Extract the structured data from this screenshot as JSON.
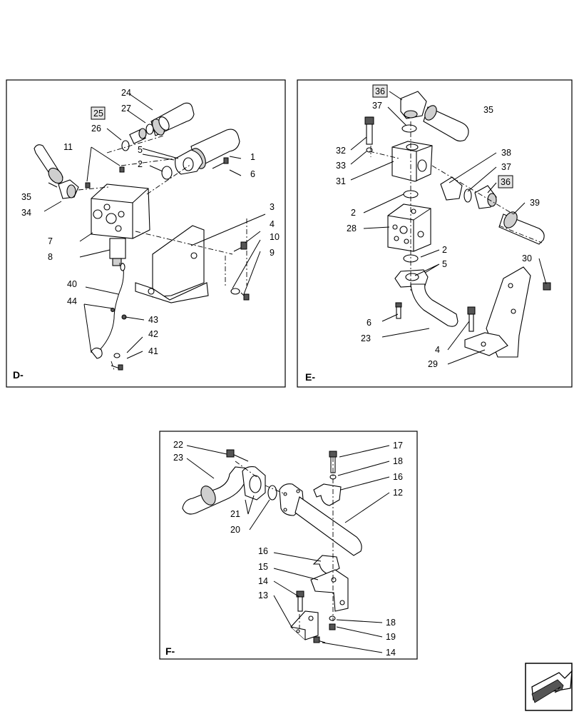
{
  "sections": {
    "d": {
      "label": "D-",
      "callouts": [
        "24",
        "25",
        "27",
        "26",
        "5",
        "11",
        "2",
        "1",
        "6",
        "35",
        "34",
        "3",
        "4",
        "10",
        "7",
        "9",
        "8",
        "40",
        "44",
        "43",
        "42",
        "41"
      ],
      "boxed": [
        "25"
      ]
    },
    "e": {
      "label": "E-",
      "callouts": [
        "36",
        "37",
        "35",
        "32",
        "33",
        "31",
        "38",
        "37",
        "36",
        "39",
        "2",
        "28",
        "2",
        "5",
        "30",
        "6",
        "23",
        "4",
        "29"
      ],
      "boxed": [
        "36",
        "36"
      ]
    },
    "f": {
      "label": "F-",
      "callouts": [
        "22",
        "23",
        "17",
        "18",
        "16",
        "12",
        "21",
        "20",
        "16",
        "15",
        "14",
        "13",
        "18",
        "19",
        "14"
      ]
    }
  },
  "icons": {
    "nav_arrow": "arrow-icon"
  }
}
